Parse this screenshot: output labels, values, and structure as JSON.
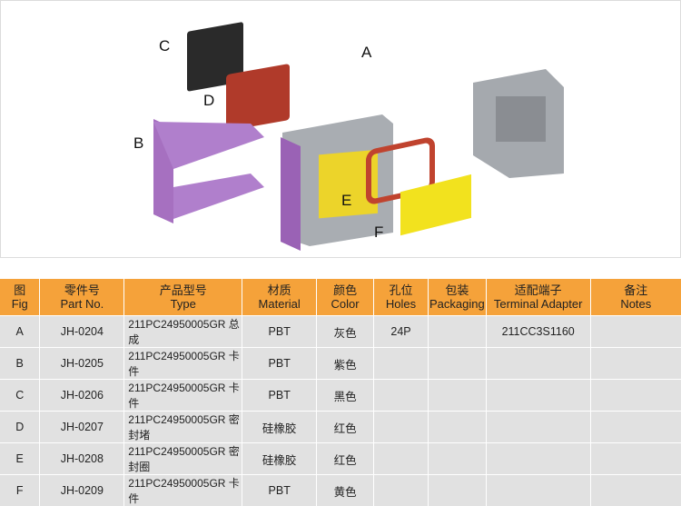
{
  "figure": {
    "labels": {
      "A": "A",
      "B": "B",
      "C": "C",
      "D": "D",
      "E": "E",
      "F": "F"
    }
  },
  "table": {
    "headers": [
      {
        "cn": "图",
        "en": "Fig"
      },
      {
        "cn": "零件号",
        "en": "Part No."
      },
      {
        "cn": "产品型号",
        "en": "Type"
      },
      {
        "cn": "材质",
        "en": "Material"
      },
      {
        "cn": "颜色",
        "en": "Color"
      },
      {
        "cn": "孔位",
        "en": "Holes"
      },
      {
        "cn": "包装",
        "en": "Packaging"
      },
      {
        "cn": "适配端子",
        "en": "Terminal Adapter"
      },
      {
        "cn": "备注",
        "en": "Notes"
      }
    ],
    "rows": [
      [
        "A",
        "JH-0204",
        "211PC24950005GR 总成",
        "PBT",
        "灰色",
        "24P",
        "",
        "211CC3S1160",
        ""
      ],
      [
        "B",
        "JH-0205",
        "211PC24950005GR 卡件",
        "PBT",
        "紫色",
        "",
        "",
        "",
        ""
      ],
      [
        "C",
        "JH-0206",
        "211PC24950005GR 卡件",
        "PBT",
        "黑色",
        "",
        "",
        "",
        ""
      ],
      [
        "D",
        "JH-0207",
        "211PC24950005GR 密封堵",
        "硅橡胶",
        "红色",
        "",
        "",
        "",
        ""
      ],
      [
        "E",
        "JH-0208",
        "211PC24950005GR 密封圈",
        "硅橡胶",
        "红色",
        "",
        "",
        "",
        ""
      ],
      [
        "F",
        "JH-0209",
        "211PC24950005GR 卡件",
        "PBT",
        "黄色",
        "",
        "",
        "",
        ""
      ]
    ]
  },
  "colors": {
    "header": "#f5a23a",
    "row": "#e1e1e1"
  }
}
